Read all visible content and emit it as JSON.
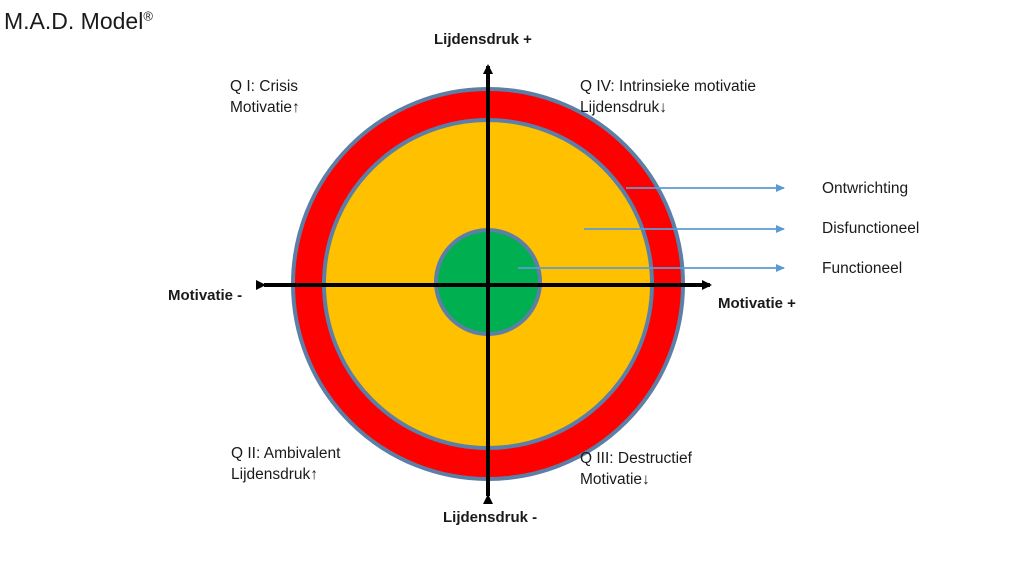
{
  "title": "M.A.D. Model",
  "title_mark": "®",
  "axes": {
    "top": "Lijdensdruk +",
    "bottom": "Lijdensdruk -",
    "left": "Motivatie -",
    "right": "Motivatie +"
  },
  "quadrants": {
    "q1": {
      "line1": "Q I: Crisis",
      "line2": "Motivatie↑"
    },
    "q2": {
      "line1": "Q II: Ambivalent",
      "line2": "Lijdensdruk↑"
    },
    "q3": {
      "line1": "Q III: Destructief",
      "line2": "Motivatie↓"
    },
    "q4": {
      "line1": "Q IV: Intrinsieke motivatie",
      "line2": "Lijdensdruk↓"
    }
  },
  "legend": {
    "outer": "Ontwrichting",
    "middle": "Disfunctioneel",
    "inner": "Functioneel"
  },
  "colors": {
    "outer_ring": "#ff0000",
    "middle_ring": "#ffc000",
    "inner_circle": "#00b050",
    "ring_border": "#5b7fa6",
    "axis": "#000000",
    "pointer": "#5b9bd5"
  }
}
